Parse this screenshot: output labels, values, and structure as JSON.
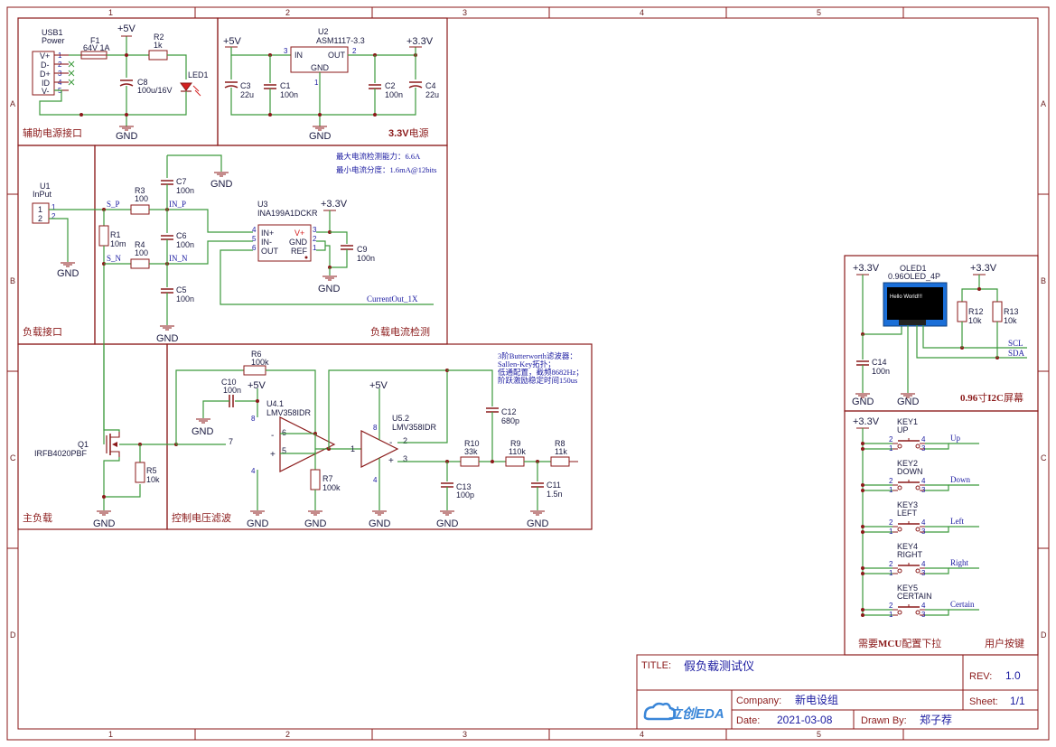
{
  "title_block": {
    "title_label": "TITLE:",
    "title": "假负载测试仪",
    "rev_label": "REV:",
    "rev": "1.0",
    "company_label": "Company:",
    "company": "新电设组",
    "sheet_label": "Sheet:",
    "sheet": "1/1",
    "date_label": "Date:",
    "date": "2021-03-08",
    "drawn_label": "Drawn By:",
    "drawn": "郑子荐",
    "logo_text": "立创EDA"
  },
  "grid": {
    "cols": [
      "1",
      "2",
      "3",
      "4",
      "5"
    ],
    "rows": [
      "A",
      "B",
      "C",
      "D"
    ]
  },
  "blocks": {
    "aux_power": "辅助电源接口",
    "v33_bold": "3.3V",
    "v33_rest": "电源",
    "load_port": "负载接口",
    "current_sense": "负载电流检测",
    "main_load": "主负载",
    "filter": "控制电压滤波",
    "oled_bold": "0.96",
    "oled_mid": "寸",
    "oled_bold2": "I2C",
    "oled_rest": "屏幕",
    "keys_note_pre": "需要",
    "keys_note_bold": "MCU",
    "keys_note_post": "配置下拉",
    "keys": "用户按键"
  },
  "notes": {
    "max_current": "最大电流检测能力：6.6A",
    "min_res": "最小电流分度：1.6mA@12bits",
    "filter_1": "3阶Butterworth滤波器：",
    "filter_2": "Sallen-Key拓扑；",
    "filter_3": "低通配置，截频8682Hz；",
    "filter_4": "阶跃激励稳定时间150us"
  },
  "components": {
    "usb1": {
      "ref": "USB1",
      "val": "Power",
      "pins": [
        "V+",
        "D-",
        "D+",
        "ID",
        "V-"
      ],
      "nums": [
        "1",
        "2",
        "3",
        "4",
        "5"
      ]
    },
    "f1": {
      "ref": "F1",
      "val": "64V 1A"
    },
    "r2": {
      "ref": "R2",
      "val": "1k"
    },
    "led1": {
      "ref": "LED1"
    },
    "c8": {
      "ref": "C8",
      "val": "100u/16V"
    },
    "u2": {
      "ref": "U2",
      "val": "ASM1117-3.3",
      "in": "IN",
      "out": "OUT",
      "gnd": "GND",
      "p3": "3",
      "p2": "2",
      "p1": "1"
    },
    "c3": {
      "ref": "C3",
      "val": "22u"
    },
    "c1": {
      "ref": "C1",
      "val": "100n"
    },
    "c2": {
      "ref": "C2",
      "val": "100n"
    },
    "c4": {
      "ref": "C4",
      "val": "22u"
    },
    "u1": {
      "ref": "U1",
      "val": "InPut",
      "p1": "1",
      "p2": "2"
    },
    "r3": {
      "ref": "R3",
      "val": "100"
    },
    "r4": {
      "ref": "R4",
      "val": "100"
    },
    "r1": {
      "ref": "R1",
      "val": "10m"
    },
    "c7": {
      "ref": "C7",
      "val": "100n"
    },
    "c6": {
      "ref": "C6",
      "val": "100n"
    },
    "c5": {
      "ref": "C5",
      "val": "100n"
    },
    "u3": {
      "ref": "U3",
      "val": "INA199A1DCKR",
      "inp": "IN+",
      "inn": "IN-",
      "out": "OUT",
      "vp": "V+",
      "gnd": "GND",
      "refp": "REF",
      "p4": "4",
      "p5": "5",
      "p6": "6",
      "p3": "3",
      "p2": "2",
      "p1": "1"
    },
    "c9": {
      "ref": "C9",
      "val": "100n"
    },
    "q1": {
      "ref": "Q1",
      "val": "IRFB4020PBF"
    },
    "r5": {
      "ref": "R5",
      "val": "10k"
    },
    "r6": {
      "ref": "R6",
      "val": "100k"
    },
    "c10": {
      "ref": "C10",
      "val": "100n"
    },
    "u41": {
      "ref": "U4.1",
      "val": "LMV358IDR",
      "p8": "8",
      "p6": "6",
      "p5": "5",
      "p7": "7",
      "p4": "4"
    },
    "r7": {
      "ref": "R7",
      "val": "100k"
    },
    "u52": {
      "ref": "U5.2",
      "val": "LMV358IDR",
      "p8": "8",
      "p2": "2",
      "p3": "3",
      "p1": "1",
      "p4": "4"
    },
    "c12": {
      "ref": "C12",
      "val": "680p"
    },
    "r10": {
      "ref": "R10",
      "val": "33k"
    },
    "r9": {
      "ref": "R9",
      "val": "110k"
    },
    "r8": {
      "ref": "R8",
      "val": "11k"
    },
    "c13": {
      "ref": "C13",
      "val": "100p"
    },
    "c11": {
      "ref": "C11",
      "val": "1.5n"
    },
    "oled1": {
      "ref": "OLED1",
      "val": "0.96OLED_4P",
      "screen": "Hello World!!!"
    },
    "c14": {
      "ref": "C14",
      "val": "100n"
    },
    "r12": {
      "ref": "R12",
      "val": "10k"
    },
    "r13": {
      "ref": "R13",
      "val": "10k"
    }
  },
  "keys": [
    {
      "ref": "KEY1",
      "val": "UP",
      "net": "Up"
    },
    {
      "ref": "KEY2",
      "val": "DOWN",
      "net": "Down"
    },
    {
      "ref": "KEY3",
      "val": "LEFT",
      "net": "Left"
    },
    {
      "ref": "KEY4",
      "val": "RIGHT",
      "net": "Right"
    },
    {
      "ref": "KEY5",
      "val": "CERTAIN",
      "net": "Certain"
    }
  ],
  "key_pins": [
    "2",
    "1",
    "4",
    "3"
  ],
  "nets": {
    "sp": "S_P",
    "sn": "S_N",
    "inp": "IN_P",
    "inn": "IN_N",
    "cur": "CurrentOut_1X",
    "scl": "SCL",
    "sda": "SDA"
  },
  "power": {
    "v5": "+5V",
    "v33": "+3.3V",
    "gnd": "GND"
  }
}
